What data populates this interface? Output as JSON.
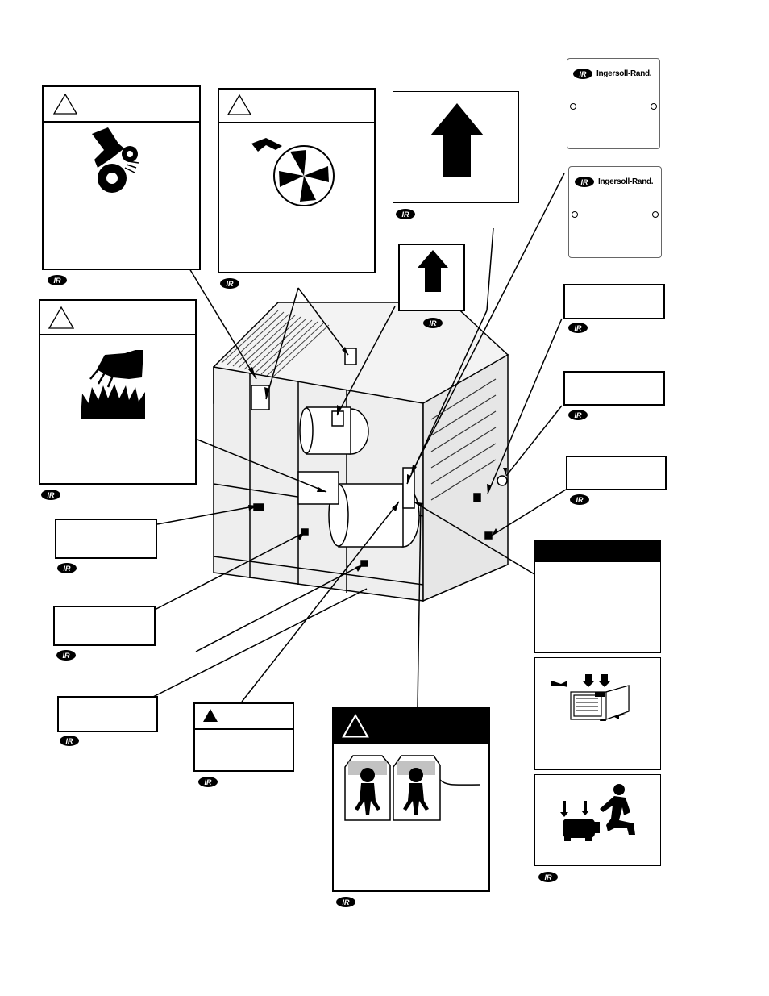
{
  "nameplates": [
    {
      "brand": "Ingersoll-Rand."
    },
    {
      "brand": "Ingersoll-Rand."
    }
  ],
  "logo_mark": "IR",
  "colors": {
    "ink": "#000000",
    "paper": "#ffffff",
    "plate_border": "#666666",
    "machine_shade": "#e6e6e6"
  },
  "icons": [
    "warning-triangle-icon",
    "gear-hand-hazard-icon",
    "fan-blade-hazard-icon",
    "hot-surface-hazard-icon",
    "up-arrow-icon",
    "lifting-points-icon",
    "motor-service-icon",
    "noise-hazard-icon",
    "ir-logo-icon"
  ]
}
